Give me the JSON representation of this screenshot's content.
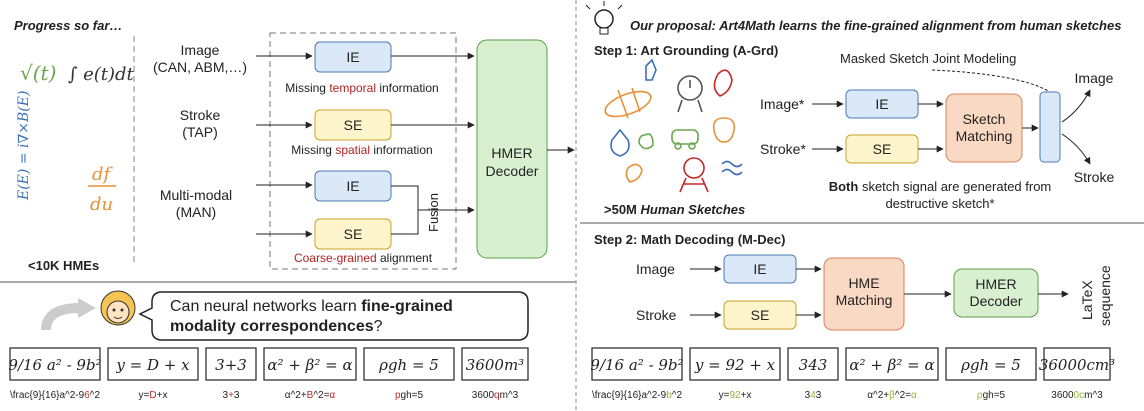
{
  "left": {
    "progress_title": "Progress so far…",
    "hme_count": "<10K HMEs",
    "inputs": {
      "image_label": "Image",
      "image_sub": "(CAN, ABM,…)",
      "stroke_label": "Stroke",
      "stroke_sub": "(TAP)",
      "multi_label": "Multi-modal",
      "multi_sub": "(MAN)"
    },
    "encoders": {
      "ie": "IE",
      "se": "SE",
      "missing_temporal_pre": "Missing ",
      "missing_temporal_word": "temporal",
      "missing_temporal_post": " information",
      "missing_spatial_pre": "Missing ",
      "missing_spatial_word": "spatial",
      "missing_spatial_post": " information",
      "fusion": "Fusion",
      "coarse_word": "Coarse-grained",
      "coarse_post": " alignment"
    },
    "decoder_line1": "HMER",
    "decoder_line2": "Decoder"
  },
  "question": {
    "line1_pre": "Can neural networks learn ",
    "line1_bold": "fine-grained",
    "line2_bold": "modality correspondences",
    "line2_post": "?"
  },
  "right": {
    "proposal_pre": "Our proposal: ",
    "proposal_main": "Art4Math learns the fine-grained alignment from human sketches",
    "step1": "Step 1: Art Grounding (A-Grd)",
    "masked_label": "Masked Sketch Joint Modeling",
    "image_star": "Image*",
    "stroke_star": "Stroke*",
    "ie": "IE",
    "se": "SE",
    "matching_line1": "Sketch",
    "matching_line2": "Matching",
    "out_image": "Image",
    "out_stroke": "Stroke",
    "both_bold": "Both",
    "both_rest": " sketch signal are generated from",
    "both_line2": "destructive sketch*",
    "sketch_count_pre": ">50M ",
    "sketch_count_italic": "Human Sketches",
    "step2": "Step 2: Math Decoding (M-Dec)",
    "image": "Image",
    "stroke": "Stroke",
    "hme_line1": "HME",
    "hme_line2": "Matching",
    "hmer_line1": "HMER",
    "hmer_line2": "Decoder",
    "latex_line1": "LaTeX",
    "latex_line2": "sequence"
  },
  "samples_left": [
    {
      "hand": "9/16 a² - 9b²",
      "pre": "\\frac{9}{16}a^2-9",
      "err": "6",
      "post": "^2"
    },
    {
      "hand": "y = D + x",
      "pre": "y=",
      "err": "D",
      "post": "+x"
    },
    {
      "hand": "3+3",
      "pre": "3",
      "err": "+",
      "post": "3"
    },
    {
      "hand": "α² + β² = α",
      "pre": "α^2+",
      "err": "B",
      "post": "^2=",
      "err2": "α"
    },
    {
      "hand": "ρgh = 5",
      "pre": "",
      "err": "p",
      "post": "gh=5"
    },
    {
      "hand": "3600m³",
      "pre": "3600",
      "err": "q",
      "post": "m^3"
    }
  ],
  "samples_right": [
    {
      "hand": "9/16 a² - 9b²",
      "pre": "\\frac{9}{16}a^2-9",
      "ok": "b",
      "post": "^2"
    },
    {
      "hand": "y = 92 + x",
      "pre": "y=",
      "ok": "92",
      "post": "+x"
    },
    {
      "hand": "343",
      "pre": "3",
      "ok": "4",
      "post": "3"
    },
    {
      "hand": "α² + β² = α",
      "pre": "α^2+",
      "ok": "β",
      "post": "^2=",
      "ok2": "α"
    },
    {
      "hand": "ρgh = 5",
      "pre": "",
      "ok": "ρ",
      "post": "gh=5"
    },
    {
      "hand": "36000cm³",
      "pre": "3600",
      "ok": "0c",
      "post": "m^3"
    }
  ],
  "colors": {
    "ie_fill": "#dbe8f7",
    "ie_stroke": "#4a7ab8",
    "se_fill": "#fff5cc",
    "se_stroke": "#c9a227",
    "decoder_fill": "#d8f0cf",
    "decoder_stroke": "#5a9e4b",
    "match_fill": "#fad9c4",
    "match_stroke": "#d9845a",
    "error": "#c62828",
    "correct": "#8fb836",
    "sketch_red": "#c62828"
  }
}
